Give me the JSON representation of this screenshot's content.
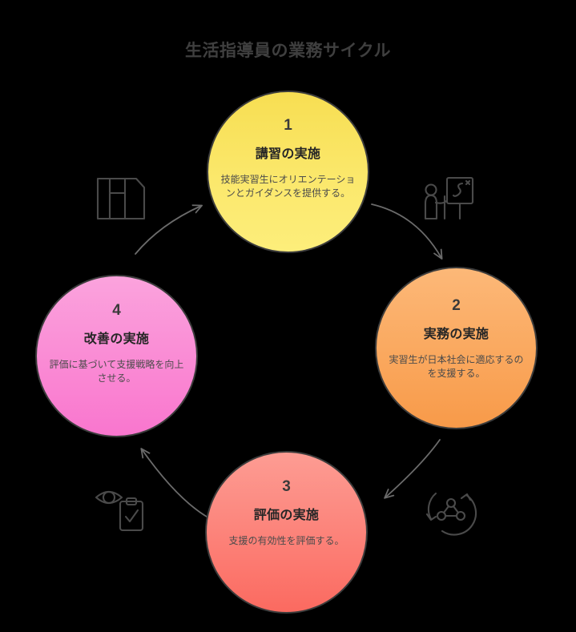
{
  "header": {
    "title": "生活指導員の業務サイクル"
  },
  "colors": {
    "background": "#000000",
    "title_text": "#3f3f3f",
    "node_border": "#3c3c3c",
    "arrow": "#6b6b6b",
    "icon": "#4a4a4a",
    "node1_fill": "#FBE86C",
    "node2_fill": "#FAA85E",
    "node3_fill": "#FC8178",
    "node4_fill": "#FA8AD4"
  },
  "cycle": {
    "nodes": [
      {
        "number": "1",
        "title": "講習の実施",
        "description": "技能実習生にオリエンテーションとガイダンスを提供する。",
        "color": "#FBE86C"
      },
      {
        "number": "2",
        "title": "実務の実施",
        "description": "実習生が日本社会に適応するのを支援する。",
        "color": "#FAA85E"
      },
      {
        "number": "3",
        "title": "評価の実施",
        "description": "支援の有効性を評価する。",
        "color": "#FC8178"
      },
      {
        "number": "4",
        "title": "改善の実施",
        "description": "評価に基づいて支援戦略を向上させる。",
        "color": "#FA8AD4"
      }
    ],
    "arrows": [
      {
        "from": "1",
        "to": "2",
        "direction": "clockwise"
      },
      {
        "from": "2",
        "to": "3",
        "direction": "clockwise"
      },
      {
        "from": "3",
        "to": "4",
        "direction": "clockwise"
      },
      {
        "from": "4",
        "to": "1",
        "direction": "clockwise"
      }
    ],
    "icons": [
      {
        "name": "slides-icon",
        "meaning": "講習資料"
      },
      {
        "name": "presenter-icon",
        "meaning": "講習・指導"
      },
      {
        "name": "network-icon",
        "meaning": "実務・連携"
      },
      {
        "name": "review-icon",
        "meaning": "評価・点検"
      }
    ]
  }
}
